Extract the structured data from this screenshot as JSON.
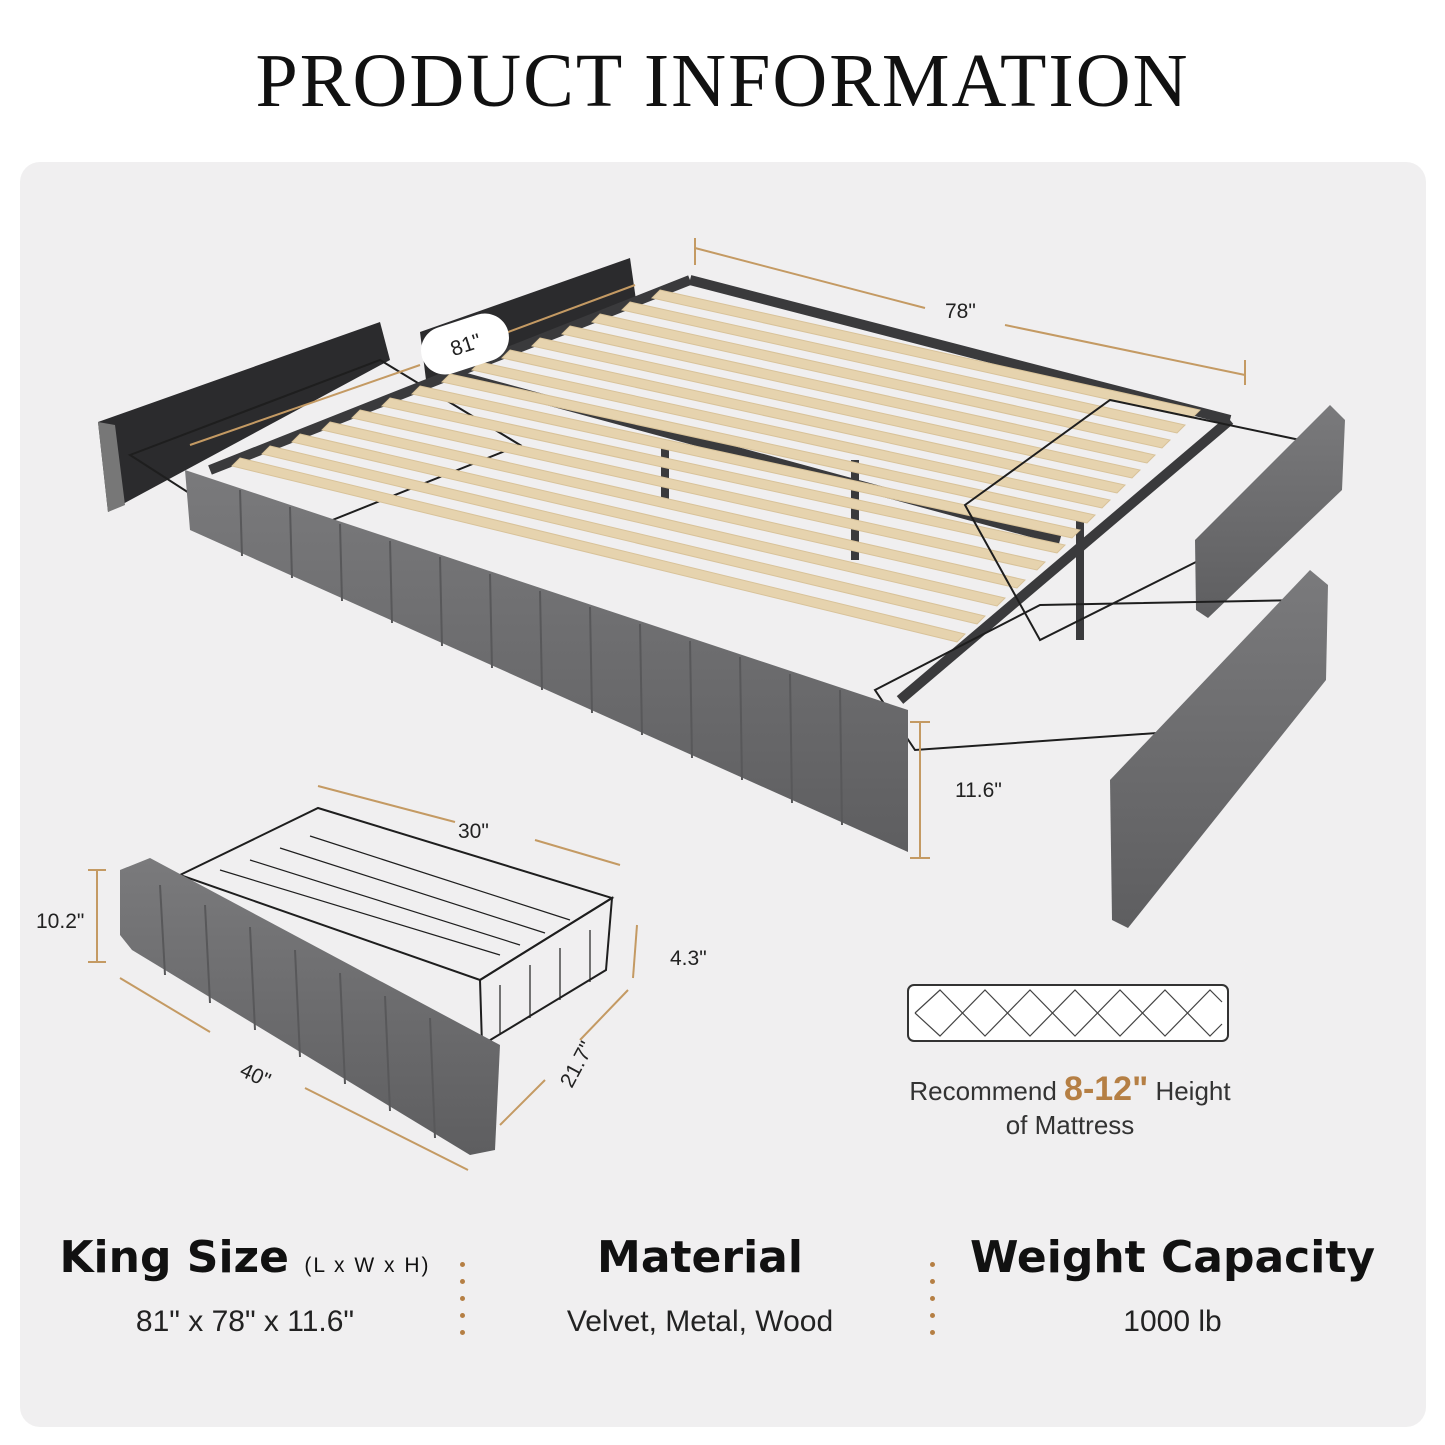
{
  "title": "PRODUCT INFORMATION",
  "dimensions": {
    "bed_length": "81\"",
    "bed_width": "78\"",
    "bed_height": "11.6\"",
    "drawer_depth": "30\"",
    "drawer_front_height": "10.2\"",
    "drawer_basket_height": "4.3\"",
    "drawer_length": "40\"",
    "drawer_width": "21.7\""
  },
  "mattress": {
    "text_before": "Recommend",
    "highlight": "8-12\"",
    "text_after": "Height",
    "line2": "of Mattress"
  },
  "specs": {
    "size": {
      "label": "King Size",
      "sub": "(L x W x H)",
      "value": "81\" x 78\" x 11.6\""
    },
    "material": {
      "label": "Material",
      "value": "Velvet, Metal, Wood"
    },
    "capacity": {
      "label": "Weight Capacity",
      "value": "1000 lb"
    }
  },
  "colors": {
    "accent": "#b57f44",
    "panel": "#f0eff0",
    "fabric": "#6d6d6f",
    "slat": "#e6d3ae",
    "wire": "#1e1e1e"
  }
}
